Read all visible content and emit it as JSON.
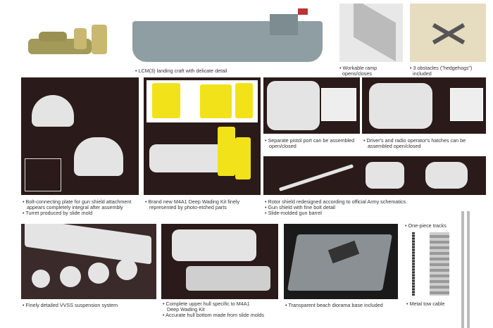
{
  "captions": {
    "lcm": "LCM(3) landing craft with delicate detail",
    "ramp": [
      "Workable ramp",
      "opens/closes"
    ],
    "hedgehogs": [
      "3 obstacles (\"hedgehogs\")",
      "included"
    ],
    "turret": [
      "• Bolt-connecting plate for gun shield attachment",
      "  appears completely integral after assembly",
      "• Turret produced by slide mold"
    ],
    "wading": [
      "• Brand new M4A1 Deep Wading Kit finely",
      "  represented by photo-etched parts"
    ],
    "pistol_port": [
      "• Separate pistol port can be assembled",
      "  open/closed"
    ],
    "hatches": [
      "• Driver's and radio operator's hatches can be",
      "  assembled open/closed"
    ],
    "rotor": [
      "• Rotor shield redesigned according to official Army schematics",
      "• Gun shield with fine bolt detail",
      "• Slide-molded gun barrel"
    ],
    "vvss": "• Finely detailed VVSS suspension system",
    "hull": [
      "• Complete upper hull specific to M4A1",
      "  Deep Wading Kit",
      "• Accurate hull bottom made from slide molds"
    ],
    "beach": "• Transparent beach diorama base included",
    "tracks": "• One-piece tracks",
    "tow": "• Metal tow cable"
  },
  "colors": {
    "panel": "#2a1a1a",
    "wading_kit": "#f2e21a",
    "lcm_hull": "#8f9ea3",
    "tank": "#a39a5a"
  }
}
